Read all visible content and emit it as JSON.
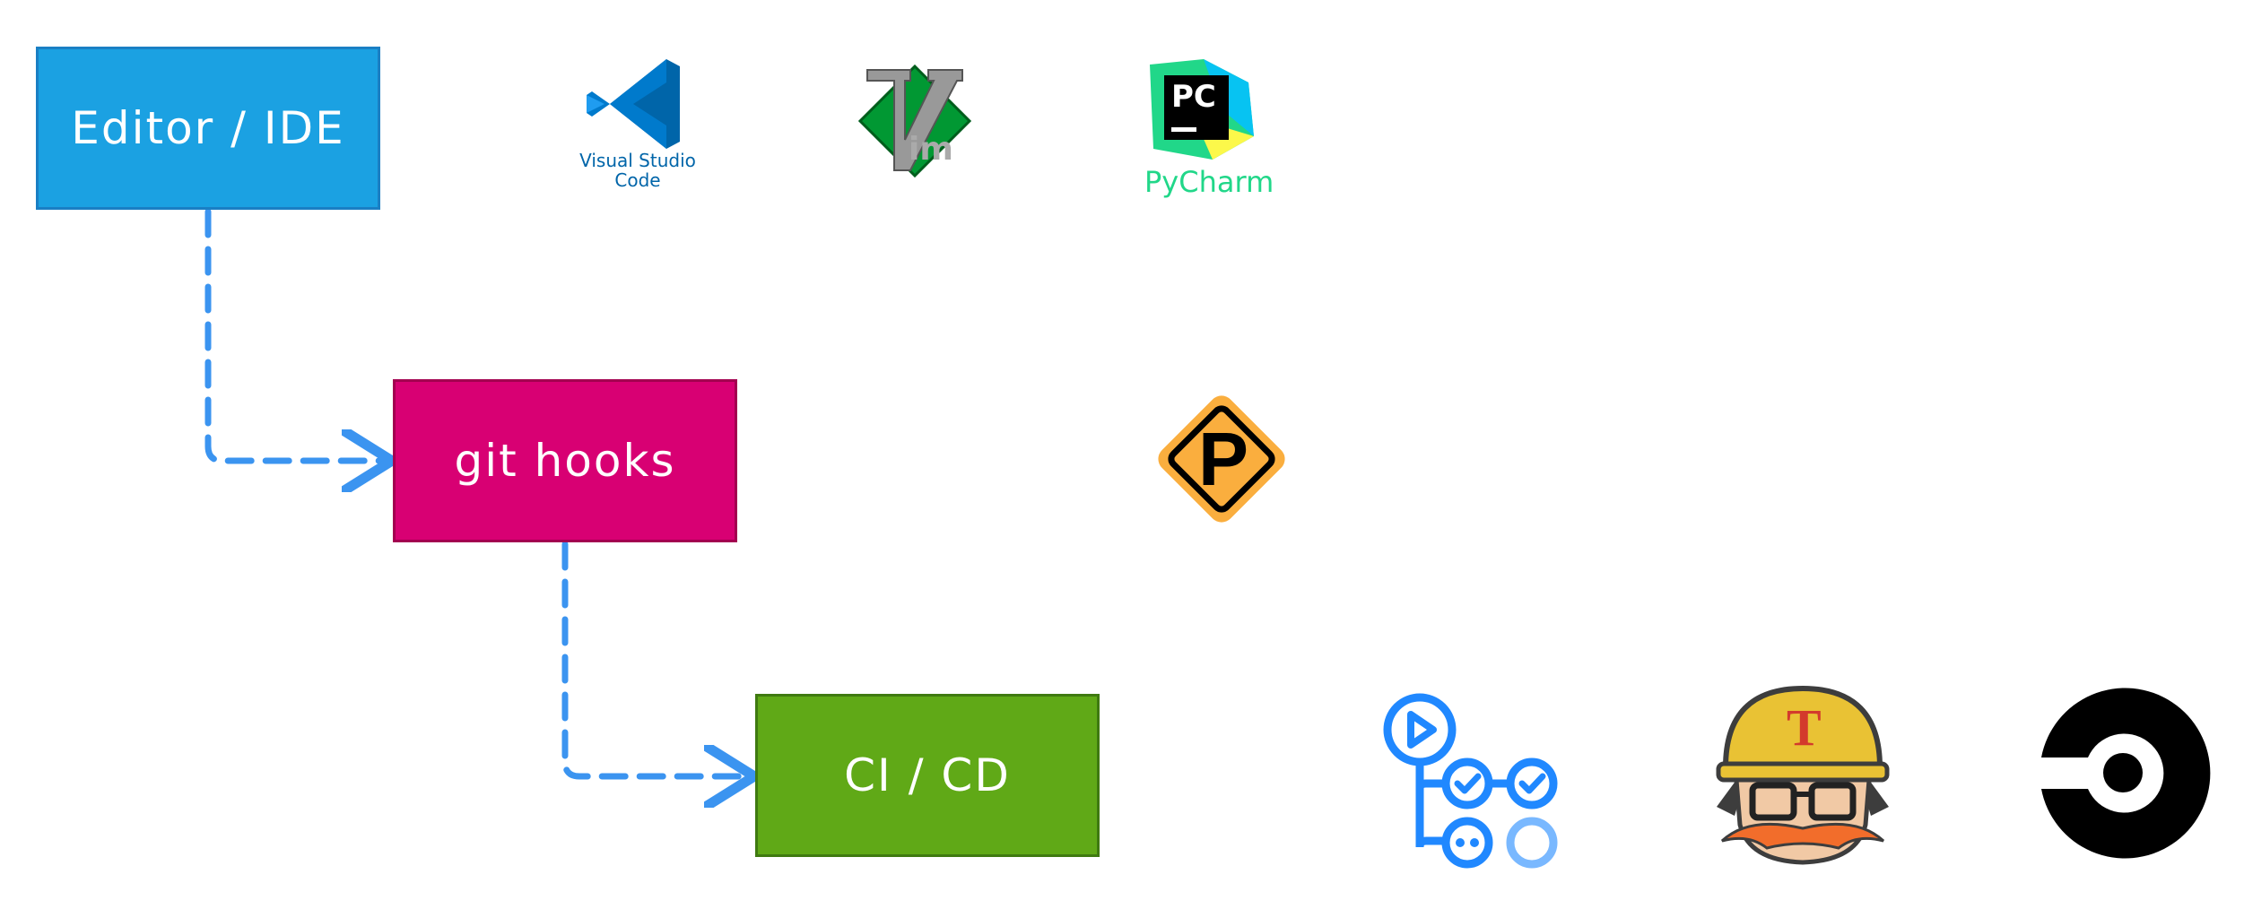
{
  "boxes": {
    "editor": {
      "label": "Editor / IDE",
      "color": "#1ba1e2"
    },
    "hooks": {
      "label": "git hooks",
      "color": "#d80073"
    },
    "cicd": {
      "label": "CI / CD",
      "color": "#60a917"
    }
  },
  "connector_color": "#3b94f0",
  "logos": {
    "vscode": {
      "name": "vscode-icon",
      "line1": "Visual Studio",
      "line2": "Code",
      "color": "#0065a9"
    },
    "vim": {
      "name": "vim-icon",
      "letters": "im",
      "colors": [
        "#019833",
        "#999999"
      ]
    },
    "pycharm": {
      "name": "pycharm-icon",
      "badge": "PC",
      "label": "PyCharm",
      "colors": [
        "#21d789",
        "#fcf84a",
        "#07c3f2",
        "#000000"
      ]
    },
    "precommit": {
      "name": "pre-commit-icon",
      "letter": "P",
      "colors": [
        "#faae3e",
        "#000000"
      ]
    },
    "github_actions": {
      "name": "github-actions-icon",
      "color": "#2088ff"
    },
    "travis": {
      "name": "travis-ci-icon",
      "letter": "T",
      "colors": [
        "#e9c234",
        "#d33a2c",
        "#f1c9a5",
        "#f26d2b"
      ]
    },
    "circleci": {
      "name": "circleci-icon",
      "color": "#000000"
    }
  }
}
